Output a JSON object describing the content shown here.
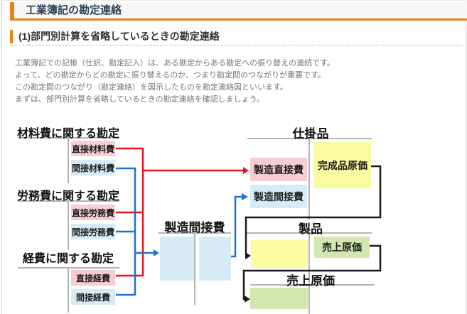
{
  "page": {
    "title": "工業簿記の勘定連絡",
    "section_heading": "(1)部門別計算を省略しているときの勘定連絡",
    "paragraphs": [
      "工業簿記での記帳（仕訳、勘定記入）は、ある勘定からある勘定への振り替えの連続です。",
      "よって、どの勘定からどの勘定に振り替えるのか、つまり勘定間のつながりが重要です。",
      "この勘定間のつながり（勘定連絡）を図示したものを勘定連絡図といいます。",
      "まずは、部門別計算を省略しているときの勘定連絡を確認しましょう。"
    ]
  },
  "diagram": {
    "materials_account": {
      "title": "材料費に関する勘定",
      "direct": "直接材料費",
      "indirect": "間接材料費"
    },
    "labor_account": {
      "title": "労務費に関する勘定",
      "direct": "直接労務費",
      "indirect": "間接労務費"
    },
    "expense_account": {
      "title": "経費に関する勘定",
      "direct": "直接経費",
      "indirect": "間接経費"
    },
    "overhead_account": {
      "title": "製造間接費"
    },
    "wip_account": {
      "title": "仕掛品",
      "direct_in": "製造直接費",
      "indirect_in": "製造間接費",
      "out": "完成品原価"
    },
    "product_account": {
      "title": "製品",
      "out": "売上原価"
    },
    "cogs_account": {
      "title": "売上原価"
    },
    "colors": {
      "accent_orange": "#e8801e",
      "direct_box_pink": "#f8cdd2",
      "indirect_box_blue": "#d6ebf5",
      "finished_box_yellow": "#fbfba0",
      "cogs_box_green": "#d3e6ae",
      "direct_line_red": "#e8121f",
      "indirect_line_blue": "#1f72cf",
      "transfer_line_black": "#1a1a1a",
      "taccount_line_gray": "#b3b3b3"
    }
  }
}
